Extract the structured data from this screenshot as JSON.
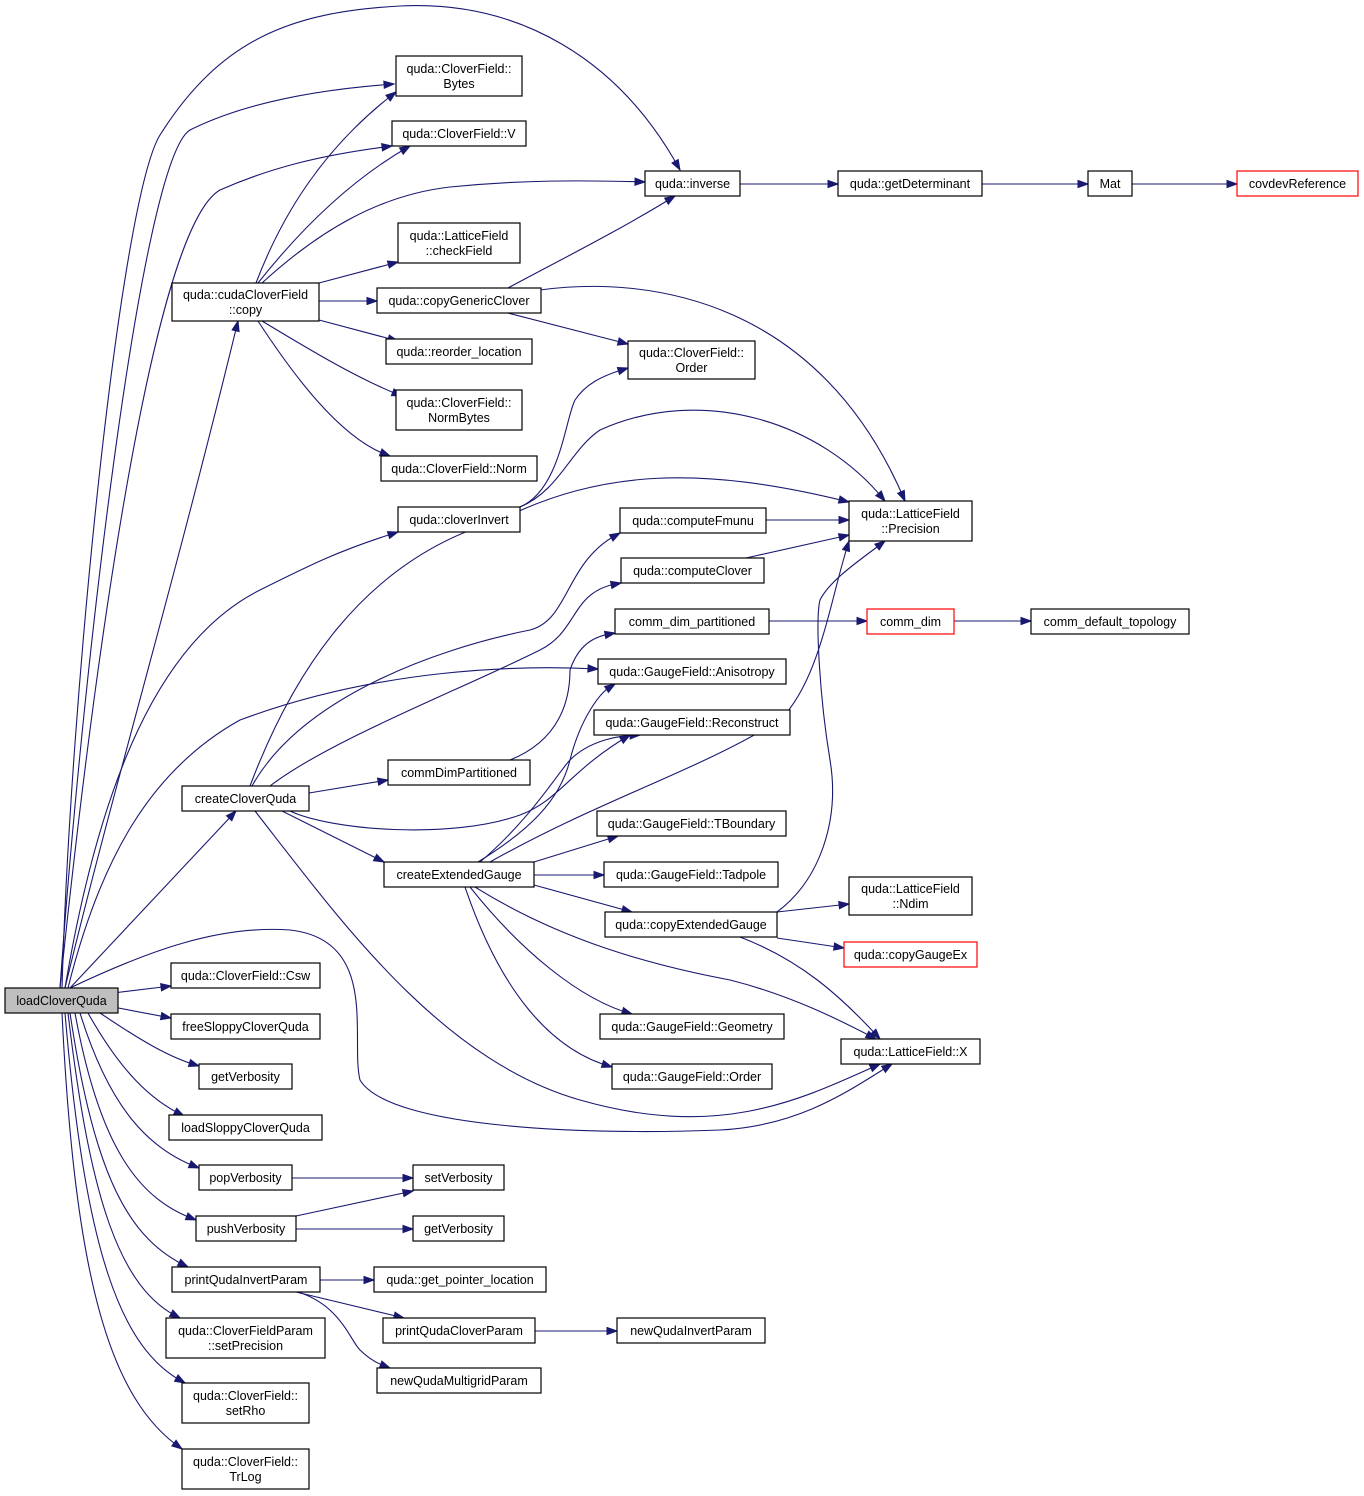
{
  "nodes": {
    "loadCloverQuda": [
      "loadCloverQuda"
    ],
    "bytes": [
      "quda::CloverField::",
      "Bytes"
    ],
    "v": [
      "quda::CloverField::V"
    ],
    "inverse": [
      "quda::inverse"
    ],
    "getDeterminant": [
      "quda::getDeterminant"
    ],
    "mat": [
      "Mat"
    ],
    "covdevReference": [
      "covdevReference"
    ],
    "checkField": [
      "quda::LatticeField",
      "::checkField"
    ],
    "cudaCopy": [
      "quda::cudaCloverField",
      "::copy"
    ],
    "copyGenericClover": [
      "quda::copyGenericClover"
    ],
    "reorderLocation": [
      "quda::reorder_location"
    ],
    "cloverOrder": [
      "quda::CloverField::",
      "Order"
    ],
    "normBytes": [
      "quda::CloverField::",
      "NormBytes"
    ],
    "norm": [
      "quda::CloverField::Norm"
    ],
    "cloverInvert": [
      "quda::cloverInvert"
    ],
    "precision": [
      "quda::LatticeField",
      "::Precision"
    ],
    "computeFmunu": [
      "quda::computeFmunu"
    ],
    "computeClover": [
      "quda::computeClover"
    ],
    "commDimPartitionedLower": [
      "comm_dim_partitioned"
    ],
    "commDim": [
      "comm_dim"
    ],
    "commDefaultTopology": [
      "comm_default_topology"
    ],
    "anisotropy": [
      "quda::GaugeField::Anisotropy"
    ],
    "reconstruct": [
      "quda::GaugeField::Reconstruct"
    ],
    "commDimPartitioned": [
      "commDimPartitioned"
    ],
    "createCloverQuda": [
      "createCloverQuda"
    ],
    "tBoundary": [
      "quda::GaugeField::TBoundary"
    ],
    "createExtendedGauge": [
      "createExtendedGauge"
    ],
    "tadpole": [
      "quda::GaugeField::Tadpole"
    ],
    "ndim": [
      "quda::LatticeField",
      "::Ndim"
    ],
    "copyExtendedGauge": [
      "quda::copyExtendedGauge"
    ],
    "copyGaugeEx": [
      "quda::copyGaugeEx"
    ],
    "csw": [
      "quda::CloverField::Csw"
    ],
    "freeSloppy": [
      "freeSloppyCloverQuda"
    ],
    "geometry": [
      "quda::GaugeField::Geometry"
    ],
    "getVerbosity1": [
      "getVerbosity"
    ],
    "latticeX": [
      "quda::LatticeField::X"
    ],
    "gaugeOrder": [
      "quda::GaugeField::Order"
    ],
    "loadSloppy": [
      "loadSloppyCloverQuda"
    ],
    "popVerbosity": [
      "popVerbosity"
    ],
    "setVerbosity": [
      "setVerbosity"
    ],
    "pushVerbosity": [
      "pushVerbosity"
    ],
    "getVerbosity2": [
      "getVerbosity"
    ],
    "printInvert": [
      "printQudaInvertParam"
    ],
    "getPointerLocation": [
      "quda::get_pointer_location"
    ],
    "printClover": [
      "printQudaCloverParam"
    ],
    "newInvert": [
      "newQudaInvertParam"
    ],
    "setPrecision": [
      "quda::CloverFieldParam",
      "::setPrecision"
    ],
    "newMultigrid": [
      "newQudaMultigridParam"
    ],
    "setRho": [
      "quda::CloverField::",
      "setRho"
    ],
    "trLog": [
      "quda::CloverField::",
      "TrLog"
    ]
  },
  "highlighted_node": "loadCloverQuda",
  "truncated_nodes": [
    "covdevReference",
    "commDim",
    "copyGaugeEx"
  ],
  "colors": {
    "edge": "#191970",
    "node_border": "#000000",
    "truncated_border": "#ff0000",
    "highlight_fill": "#bfbfbf"
  }
}
